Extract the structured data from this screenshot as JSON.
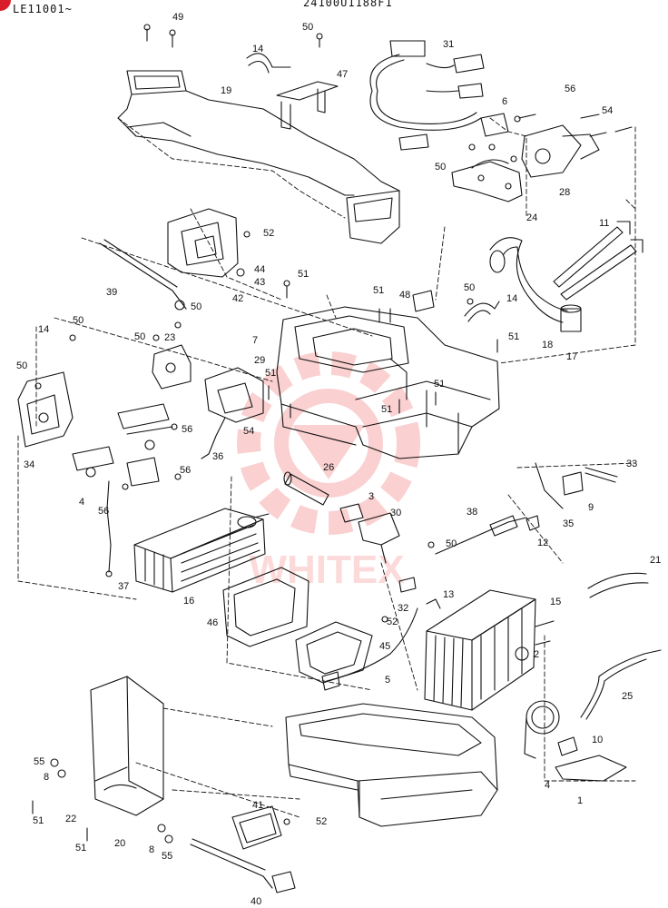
{
  "header": {
    "serial_range": "LE11001~",
    "drawing_number": "24100U1188F1"
  },
  "watermark": {
    "text": "WHITEX"
  },
  "colors": {
    "ink": "#111111",
    "watermark": "#f05a5a",
    "corner_mark": "#d81e2a"
  },
  "callouts": [
    {
      "label": "49"
    },
    {
      "label": "50"
    },
    {
      "label": "14"
    },
    {
      "label": "47"
    },
    {
      "label": "31"
    },
    {
      "label": "19"
    },
    {
      "label": "6"
    },
    {
      "label": "56"
    },
    {
      "label": "54"
    },
    {
      "label": "50"
    },
    {
      "label": "28"
    },
    {
      "label": "24"
    },
    {
      "label": "52"
    },
    {
      "label": "44"
    },
    {
      "label": "43"
    },
    {
      "label": "42"
    },
    {
      "label": "39"
    },
    {
      "label": "51"
    },
    {
      "label": "11"
    },
    {
      "label": "51"
    },
    {
      "label": "48"
    },
    {
      "label": "50"
    },
    {
      "label": "14"
    },
    {
      "label": "14"
    },
    {
      "label": "50"
    },
    {
      "label": "50"
    },
    {
      "label": "50"
    },
    {
      "label": "23"
    },
    {
      "label": "7"
    },
    {
      "label": "18"
    },
    {
      "label": "51"
    },
    {
      "label": "17"
    },
    {
      "label": "50"
    },
    {
      "label": "29"
    },
    {
      "label": "51"
    },
    {
      "label": "51"
    },
    {
      "label": "51"
    },
    {
      "label": "56"
    },
    {
      "label": "54"
    },
    {
      "label": "36"
    },
    {
      "label": "34"
    },
    {
      "label": "56"
    },
    {
      "label": "26"
    },
    {
      "label": "33"
    },
    {
      "label": "4"
    },
    {
      "label": "56"
    },
    {
      "label": "3"
    },
    {
      "label": "9"
    },
    {
      "label": "38"
    },
    {
      "label": "30"
    },
    {
      "label": "35"
    },
    {
      "label": "12"
    },
    {
      "label": "50"
    },
    {
      "label": "37"
    },
    {
      "label": "16"
    },
    {
      "label": "21"
    },
    {
      "label": "32"
    },
    {
      "label": "13"
    },
    {
      "label": "15"
    },
    {
      "label": "46"
    },
    {
      "label": "52"
    },
    {
      "label": "45"
    },
    {
      "label": "2"
    },
    {
      "label": "5"
    },
    {
      "label": "25"
    },
    {
      "label": "55"
    },
    {
      "label": "8"
    },
    {
      "label": "10"
    },
    {
      "label": "4"
    },
    {
      "label": "1"
    },
    {
      "label": "51"
    },
    {
      "label": "22"
    },
    {
      "label": "41"
    },
    {
      "label": "52"
    },
    {
      "label": "51"
    },
    {
      "label": "20"
    },
    {
      "label": "8"
    },
    {
      "label": "55"
    },
    {
      "label": "40"
    }
  ]
}
